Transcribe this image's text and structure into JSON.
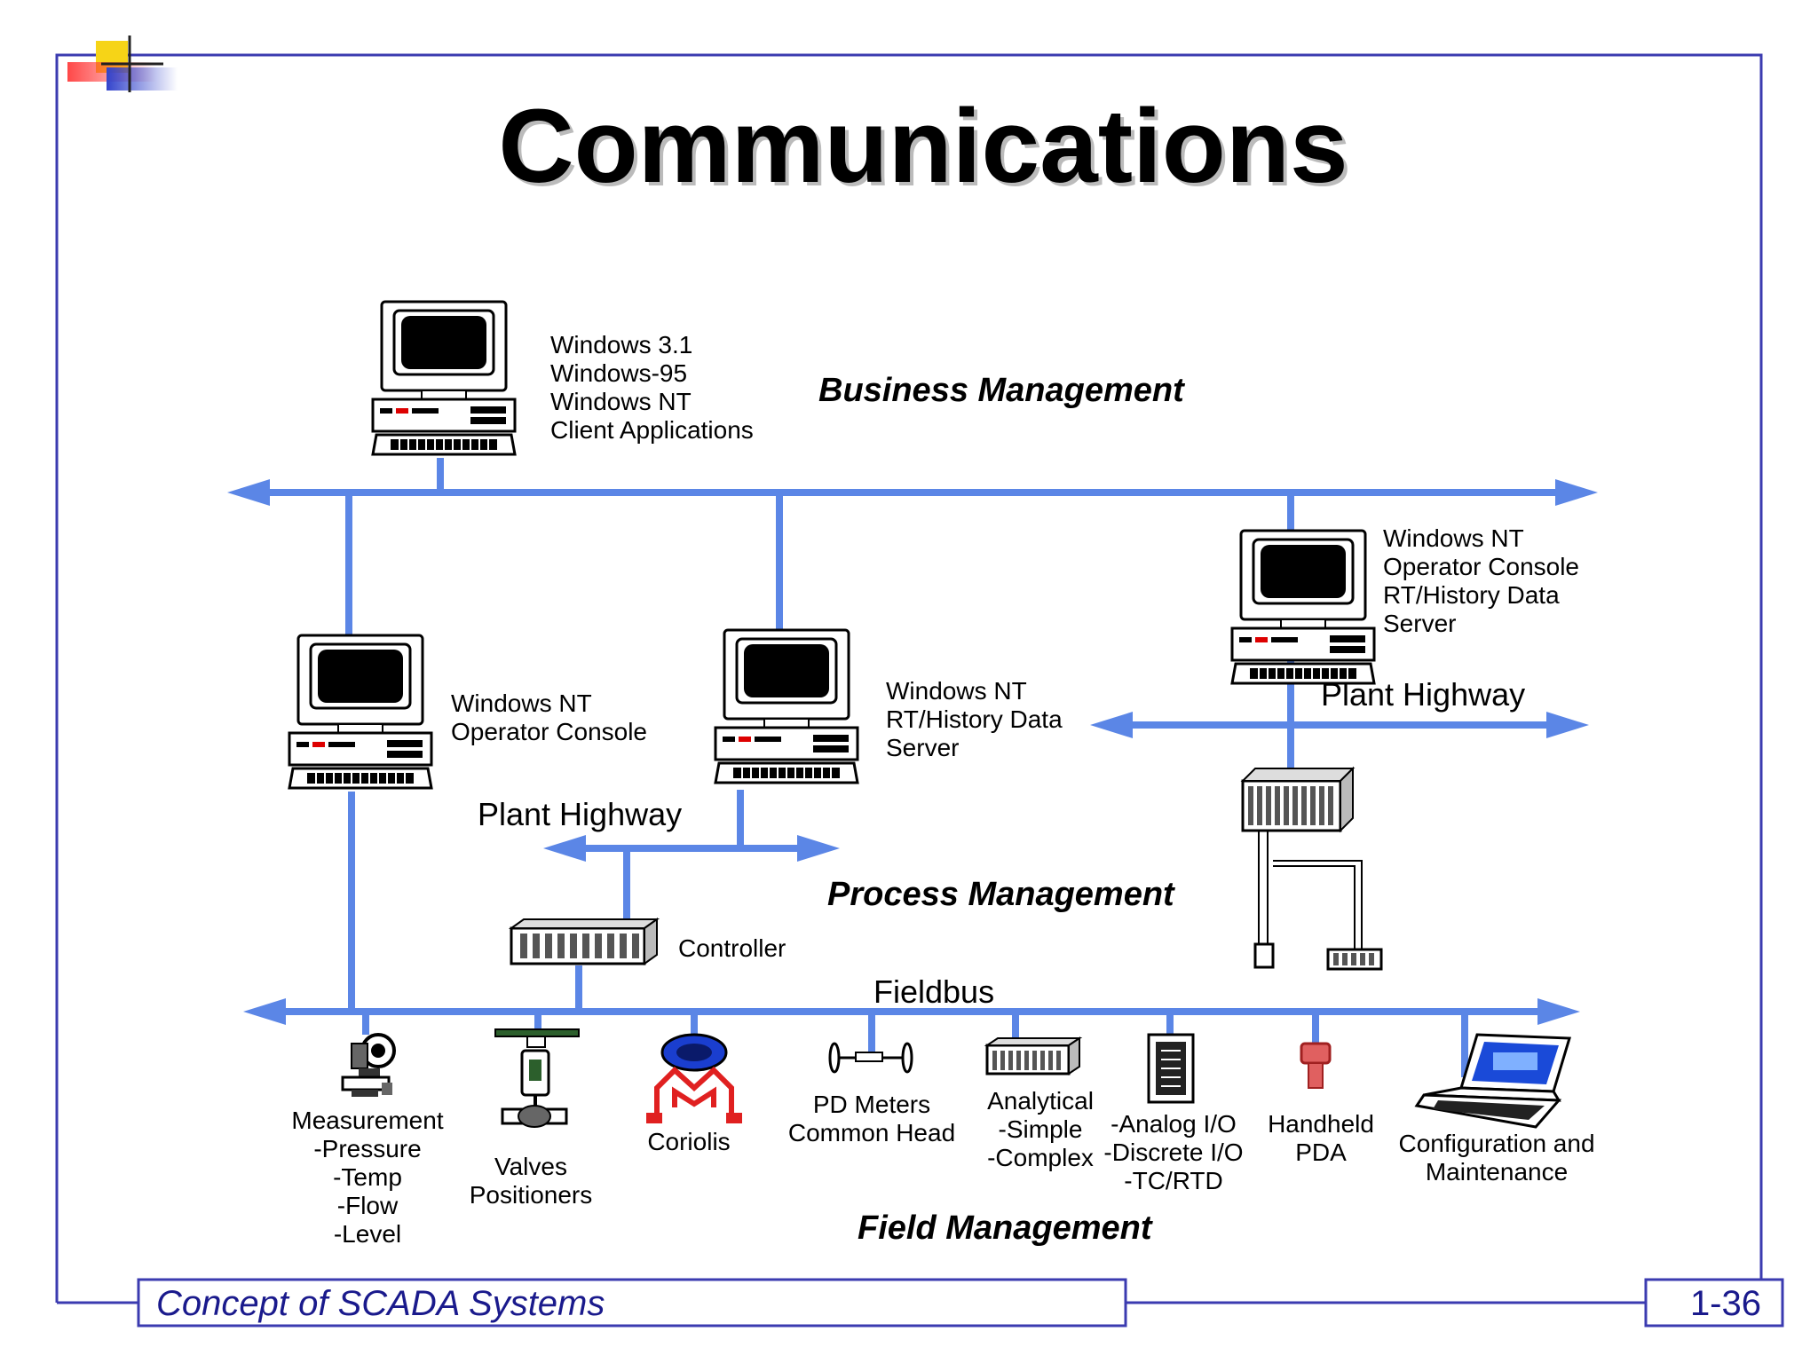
{
  "title": "Communications",
  "zones": {
    "business": "Business Management",
    "process": "Process Management",
    "field": "Field Management"
  },
  "nodes": {
    "client_pc": [
      "Windows 3.1",
      "Windows-95",
      "Windows NT",
      "Client Applications"
    ],
    "operator_console": [
      "Windows NT",
      "Operator Console"
    ],
    "rt_server": [
      "Windows NT",
      "RT/History Data",
      "Server"
    ],
    "combo_server": [
      "Windows NT",
      "Operator Console",
      "RT/History Data",
      "Server"
    ]
  },
  "networks": {
    "plant_highway_left": "Plant Highway",
    "plant_highway_right": "Plant Highway",
    "fieldbus": "Fieldbus",
    "controller": "Controller"
  },
  "devices": {
    "measurement": [
      "Measurement",
      "-Pressure",
      "-Temp",
      "-Flow",
      "-Level"
    ],
    "valves": [
      "Valves",
      "Positioners"
    ],
    "coriolis": [
      "Coriolis"
    ],
    "pd_meters": [
      "PD Meters",
      "Common Head"
    ],
    "analytical": [
      "Analytical",
      "-Simple",
      "-Complex"
    ],
    "io": [
      "-Analog I/O",
      "-Discrete I/O",
      "-TC/RTD"
    ],
    "handheld": [
      "Handheld",
      "PDA"
    ],
    "config": [
      "Configuration and",
      "Maintenance"
    ]
  },
  "footer": {
    "course": "Concept of SCADA Systems",
    "page": "1-36"
  },
  "colors": {
    "bus": "#5b86e6",
    "frame": "#3b3bb0",
    "footer_text": "#1a1a8c"
  }
}
